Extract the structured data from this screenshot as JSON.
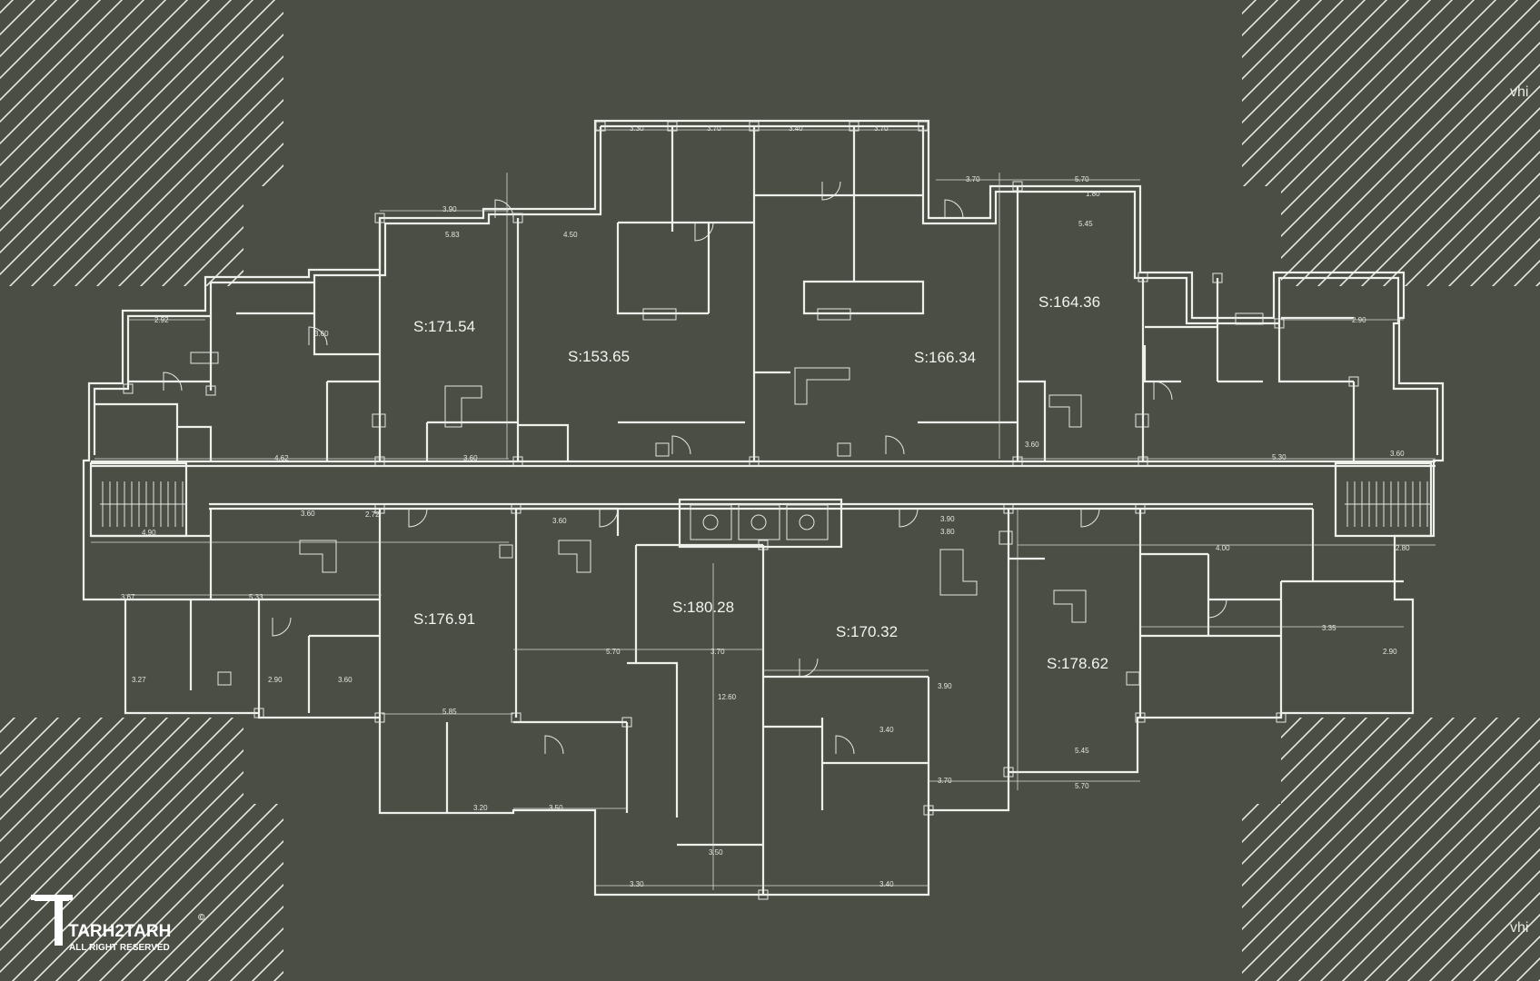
{
  "areas": [
    {
      "id": "a1",
      "label": "S:171.54"
    },
    {
      "id": "a2",
      "label": "S:153.65"
    },
    {
      "id": "a3",
      "label": "S:166.34"
    },
    {
      "id": "a4",
      "label": "S:164.36"
    },
    {
      "id": "a5",
      "label": "S:176.91"
    },
    {
      "id": "a6",
      "label": "S:180.28"
    },
    {
      "id": "a7",
      "label": "S:170.32"
    },
    {
      "id": "a8",
      "label": "S:178.62"
    }
  ],
  "dimensions": {
    "d1": "3.30",
    "d2": "3.70",
    "d3": "3.40",
    "d4": "3.70",
    "d5": "3.90",
    "d6": "5.83",
    "d7": "4.50",
    "d8": "3.70",
    "d9": "5.70",
    "d10": "5.45",
    "d11": "1.80",
    "d12": "2.92",
    "d13": "2.90",
    "d14": "3.60",
    "d15": "4.62",
    "d16": "3.60",
    "d17": "3.60",
    "d18": "5.30",
    "d19": "3.60",
    "d20": "4.90",
    "d21": "2.72",
    "d22": "3.60",
    "d23": "3.60",
    "d24": "3.80",
    "d25": "3.90",
    "d26": "4.00",
    "d27": "2.80",
    "d28": "3.67",
    "d29": "5.33",
    "d30": "3.27",
    "d31": "2.90",
    "d32": "3.60",
    "d33": "5.85",
    "d34": "5.70",
    "d35": "3.70",
    "d36": "3.90",
    "d37": "3.70",
    "d38": "5.70",
    "d39": "5.45",
    "d40": "3.20",
    "d41": "3.50",
    "d42": "3.30",
    "d43": "3.40",
    "d44": "3.50",
    "d45": "12.60",
    "d46": "3.40",
    "d47": "3.35",
    "d48": "2.90"
  },
  "logo": {
    "name": "TARH2TARH",
    "tagline": "ALL RIGHT RESERVED",
    "copyright": "©"
  },
  "corner_marks": {
    "top": "vhi",
    "bottom": "vhi"
  },
  "colors": {
    "background": "#4b4e45",
    "lines": "#eef0ec"
  }
}
